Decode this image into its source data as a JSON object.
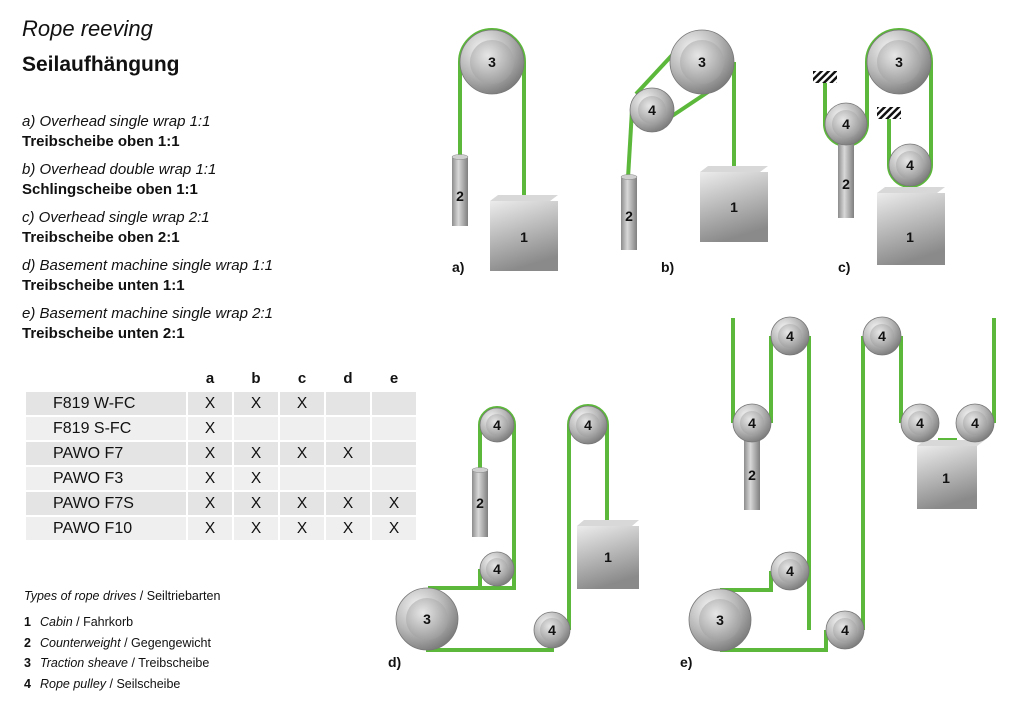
{
  "title": {
    "en": "Rope reeving",
    "de": "Seilaufhängung"
  },
  "reeving_types": [
    {
      "en": "a) Overhead single wrap 1:1",
      "de": "Treibscheibe oben 1:1"
    },
    {
      "en": "b) Overhead double wrap 1:1",
      "de": "Schlingscheibe oben 1:1"
    },
    {
      "en": "c) Overhead single wrap 2:1",
      "de": "Treibscheibe oben 2:1"
    },
    {
      "en": "d) Basement machine single wrap 1:1",
      "de": "Treibscheibe unten 1:1"
    },
    {
      "en": "e) Basement machine single wrap 2:1",
      "de": "Treibscheibe unten 2:1"
    }
  ],
  "table": {
    "columns": [
      "a",
      "b",
      "c",
      "d",
      "e"
    ],
    "rows": [
      {
        "model": "F819 W-FC",
        "cells": [
          "X",
          "X",
          "X",
          "",
          ""
        ]
      },
      {
        "model": "F819 S-FC",
        "cells": [
          "X",
          "",
          "",
          "",
          ""
        ]
      },
      {
        "model": "PAWO F7",
        "cells": [
          "X",
          "X",
          "X",
          "X",
          ""
        ]
      },
      {
        "model": "PAWO F3",
        "cells": [
          "X",
          "X",
          "",
          "",
          ""
        ]
      },
      {
        "model": "PAWO F7S",
        "cells": [
          "X",
          "X",
          "X",
          "X",
          "X"
        ]
      },
      {
        "model": "PAWO F10",
        "cells": [
          "X",
          "X",
          "X",
          "X",
          "X"
        ]
      }
    ]
  },
  "legend": {
    "heading": {
      "en": "Types of rope drives",
      "sep": " / ",
      "de": "Seiltriebarten"
    },
    "items": [
      {
        "num": "1",
        "en": "Cabin",
        "de": "Fahrkorb"
      },
      {
        "num": "2",
        "en": "Counterweight",
        "de": "Gegengewicht"
      },
      {
        "num": "3",
        "en": "Traction sheave",
        "de": "Treibscheibe"
      },
      {
        "num": "4",
        "en": "Rope pulley",
        "de": "Seilscheibe"
      }
    ]
  },
  "diagram_labels": {
    "a": "a)",
    "b": "b)",
    "c": "c)",
    "d": "d)",
    "e": "e)"
  },
  "component_numbers": {
    "cabin": "1",
    "counterweight": "2",
    "traction_sheave": "3",
    "rope_pulley": "4"
  },
  "colors": {
    "rope": "#5cb83a",
    "table_cell": "#e4e4e4",
    "table_cell_alt": "#efefef"
  }
}
